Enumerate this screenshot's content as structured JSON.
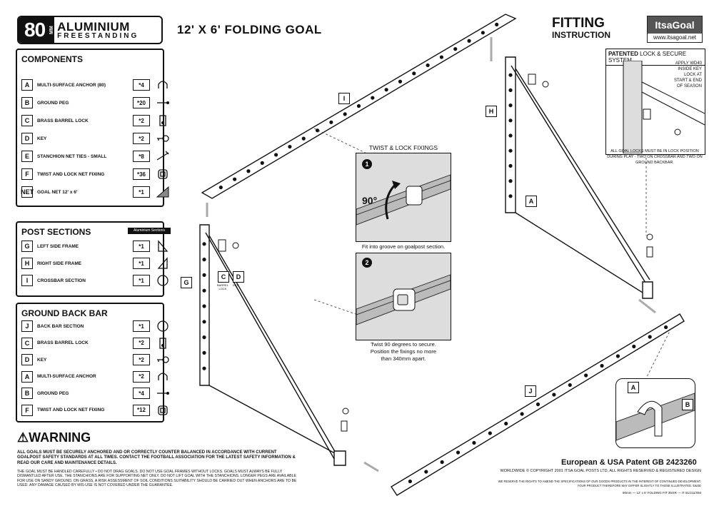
{
  "header": {
    "badge_number": "80",
    "badge_unit": "MM",
    "badge_line1": "ALUMINIUM",
    "badge_line2": "FREESTANDING",
    "title": "12' X 6' FOLDING GOAL",
    "fitting_line1": "FITTING",
    "fitting_line2": "INSTRUCTION",
    "logo_text": "ItsaGoal",
    "logo_url": "www.itsagoal.net"
  },
  "components": {
    "title": "COMPONENTS",
    "items": [
      {
        "letter": "A",
        "label": "MULTI-SURFACE ANCHOR (80)",
        "qty": "*4",
        "icon": "anchor-icon"
      },
      {
        "letter": "B",
        "label": "GROUND PEG",
        "qty": "*20",
        "icon": "peg-icon"
      },
      {
        "letter": "C",
        "label": "BRASS BARREL LOCK",
        "qty": "*2",
        "icon": "lock-icon"
      },
      {
        "letter": "D",
        "label": "KEY",
        "qty": "*2",
        "icon": "key-icon"
      },
      {
        "letter": "E",
        "label": "STANCHION NET TIES - SMALL",
        "qty": "*8",
        "icon": "tie-icon"
      },
      {
        "letter": "F",
        "label": "TWIST AND LOCK NET FIXING",
        "qty": "*36",
        "icon": "fixing-icon"
      },
      {
        "letter": "NET",
        "label": "GOAL NET 12' x 6'",
        "qty": "*1",
        "icon": "net-icon"
      }
    ]
  },
  "post_sections": {
    "title": "POST SECTIONS",
    "header_tag": "Aluminium Sections",
    "items": [
      {
        "letter": "G",
        "label": "LEFT SIDE FRAME",
        "qty": "*1",
        "icon": "left-frame-icon"
      },
      {
        "letter": "H",
        "label": "RIGHT SIDE FRAME",
        "qty": "*1",
        "icon": "right-frame-icon"
      },
      {
        "letter": "I",
        "label": "CROSSBAR SECTION",
        "qty": "*1",
        "icon": "ring-icon"
      }
    ]
  },
  "ground_back_bar": {
    "title": "GROUND BACK BAR",
    "items": [
      {
        "letter": "J",
        "label": "BACK BAR SECTION",
        "qty": "*1",
        "icon": "ring-icon"
      },
      {
        "letter": "C",
        "label": "BRASS BARREL LOCK",
        "qty": "*2",
        "icon": "lock-icon"
      },
      {
        "letter": "D",
        "label": "KEY",
        "qty": "*2",
        "icon": "key-icon"
      },
      {
        "letter": "A",
        "label": "MULTI-SURFACE ANCHOR",
        "qty": "*2",
        "icon": "anchor-icon"
      },
      {
        "letter": "B",
        "label": "GROUND PEG",
        "qty": "*4",
        "icon": "peg-icon"
      },
      {
        "letter": "F",
        "label": "TWIST AND LOCK NET FIXING",
        "qty": "*12",
        "icon": "fixing-icon"
      }
    ]
  },
  "warning": {
    "title": "WARNING",
    "bold_text": "ALL GOALS MUST BE SECURELY ANCHORED AND OR CORRECTLY COUNTER BALANCED IN ACCORDANCE WITH CURRENT GOALPOST SAFETY STANDARDS AT ALL TIMES. CONTACT THE FOOTBALL ASSOCIATION FOR THE LATEST SAFETY INFORMATION & READ OUR CARE AND MAINTENANCE DETAILS.",
    "small_text": "THE GOAL MUST BE HANDLED CAREFULLY • DO NOT DRAG GOALS. DO NOT USE GOAL FRAMES WITHOUT LOCKS. GOALS MUST ALWAYS BE FULLY DISMANTLED AFTER USE. THE STANCHIONS ARE FOR SUPPORTING NET ONLY. DO NOT LIFT GOAL WITH THE STANCHIONS. LONGER PEGS ARE AVAILABLE FOR USE ON SANDY GROUND. ON GRASS, A RISK ASSESSMENT OF SOIL CONDITIONS SUITABILITY SHOULD BE CARRIED OUT WHEN ANCHORS ARE TO BE USED. ANY DAMAGE CAUSED BY MIS-USE IS NOT COVERED UNDER THE GUARANTEE."
  },
  "twist_lock": {
    "title": "TWIST & LOCK FIXINGS",
    "step1": "1",
    "step2": "2",
    "angle": "90°",
    "caption1": "Fit into groove on goalpost section.",
    "caption2_line1": "Twist 90 degrees to secure.",
    "caption2_line2": "Position the fixings no more",
    "caption2_line3": "than 340mm apart."
  },
  "lock_secure": {
    "patented": "PATENTED",
    "title": "LOCK & SECURE SYSTEM",
    "apply_lines": [
      "APPLY WD40",
      "INSIDE KEY",
      "LOCK AT",
      "START & END",
      "OF SEASON"
    ],
    "note": "ALL GOAL LOCKS MUST BE IN LOCK POSITION DURING PLAY - TWO ON CROSSBAR AND TWO ON GROUND BACKBAR."
  },
  "diagram_labels": {
    "I": "I",
    "H": "H",
    "G": "G",
    "J": "J",
    "A1": "A",
    "A2": "A",
    "B": "B",
    "C": "C",
    "D": "D",
    "c_small": "BARREL LOCK",
    "d_small": "KEY"
  },
  "footer": {
    "patent": "European & USA Patent GB 2423260",
    "copyright": "WORLDWIDE © COPYRIGHT 2001 ITSA GOAL POSTS LTD, ALL RIGHTS RESERVED & REGISTERED DESIGN",
    "reserve": "WE RESERVE THE RIGHTS TO AMEND THE SPECIFICATIONS OF OUR GOODS PRODUCTS IN THE INTEREST OF CONTINUED DEVELOPMENT. YOUR PRODUCT THEREFORE MAY DIFFER SLIGHTLY TO THOSE ILLUSTRATED. E&OE",
    "code": "80mm — 12' x 6' FOLDING FIT 35/4R — IT 51/211/OM"
  }
}
